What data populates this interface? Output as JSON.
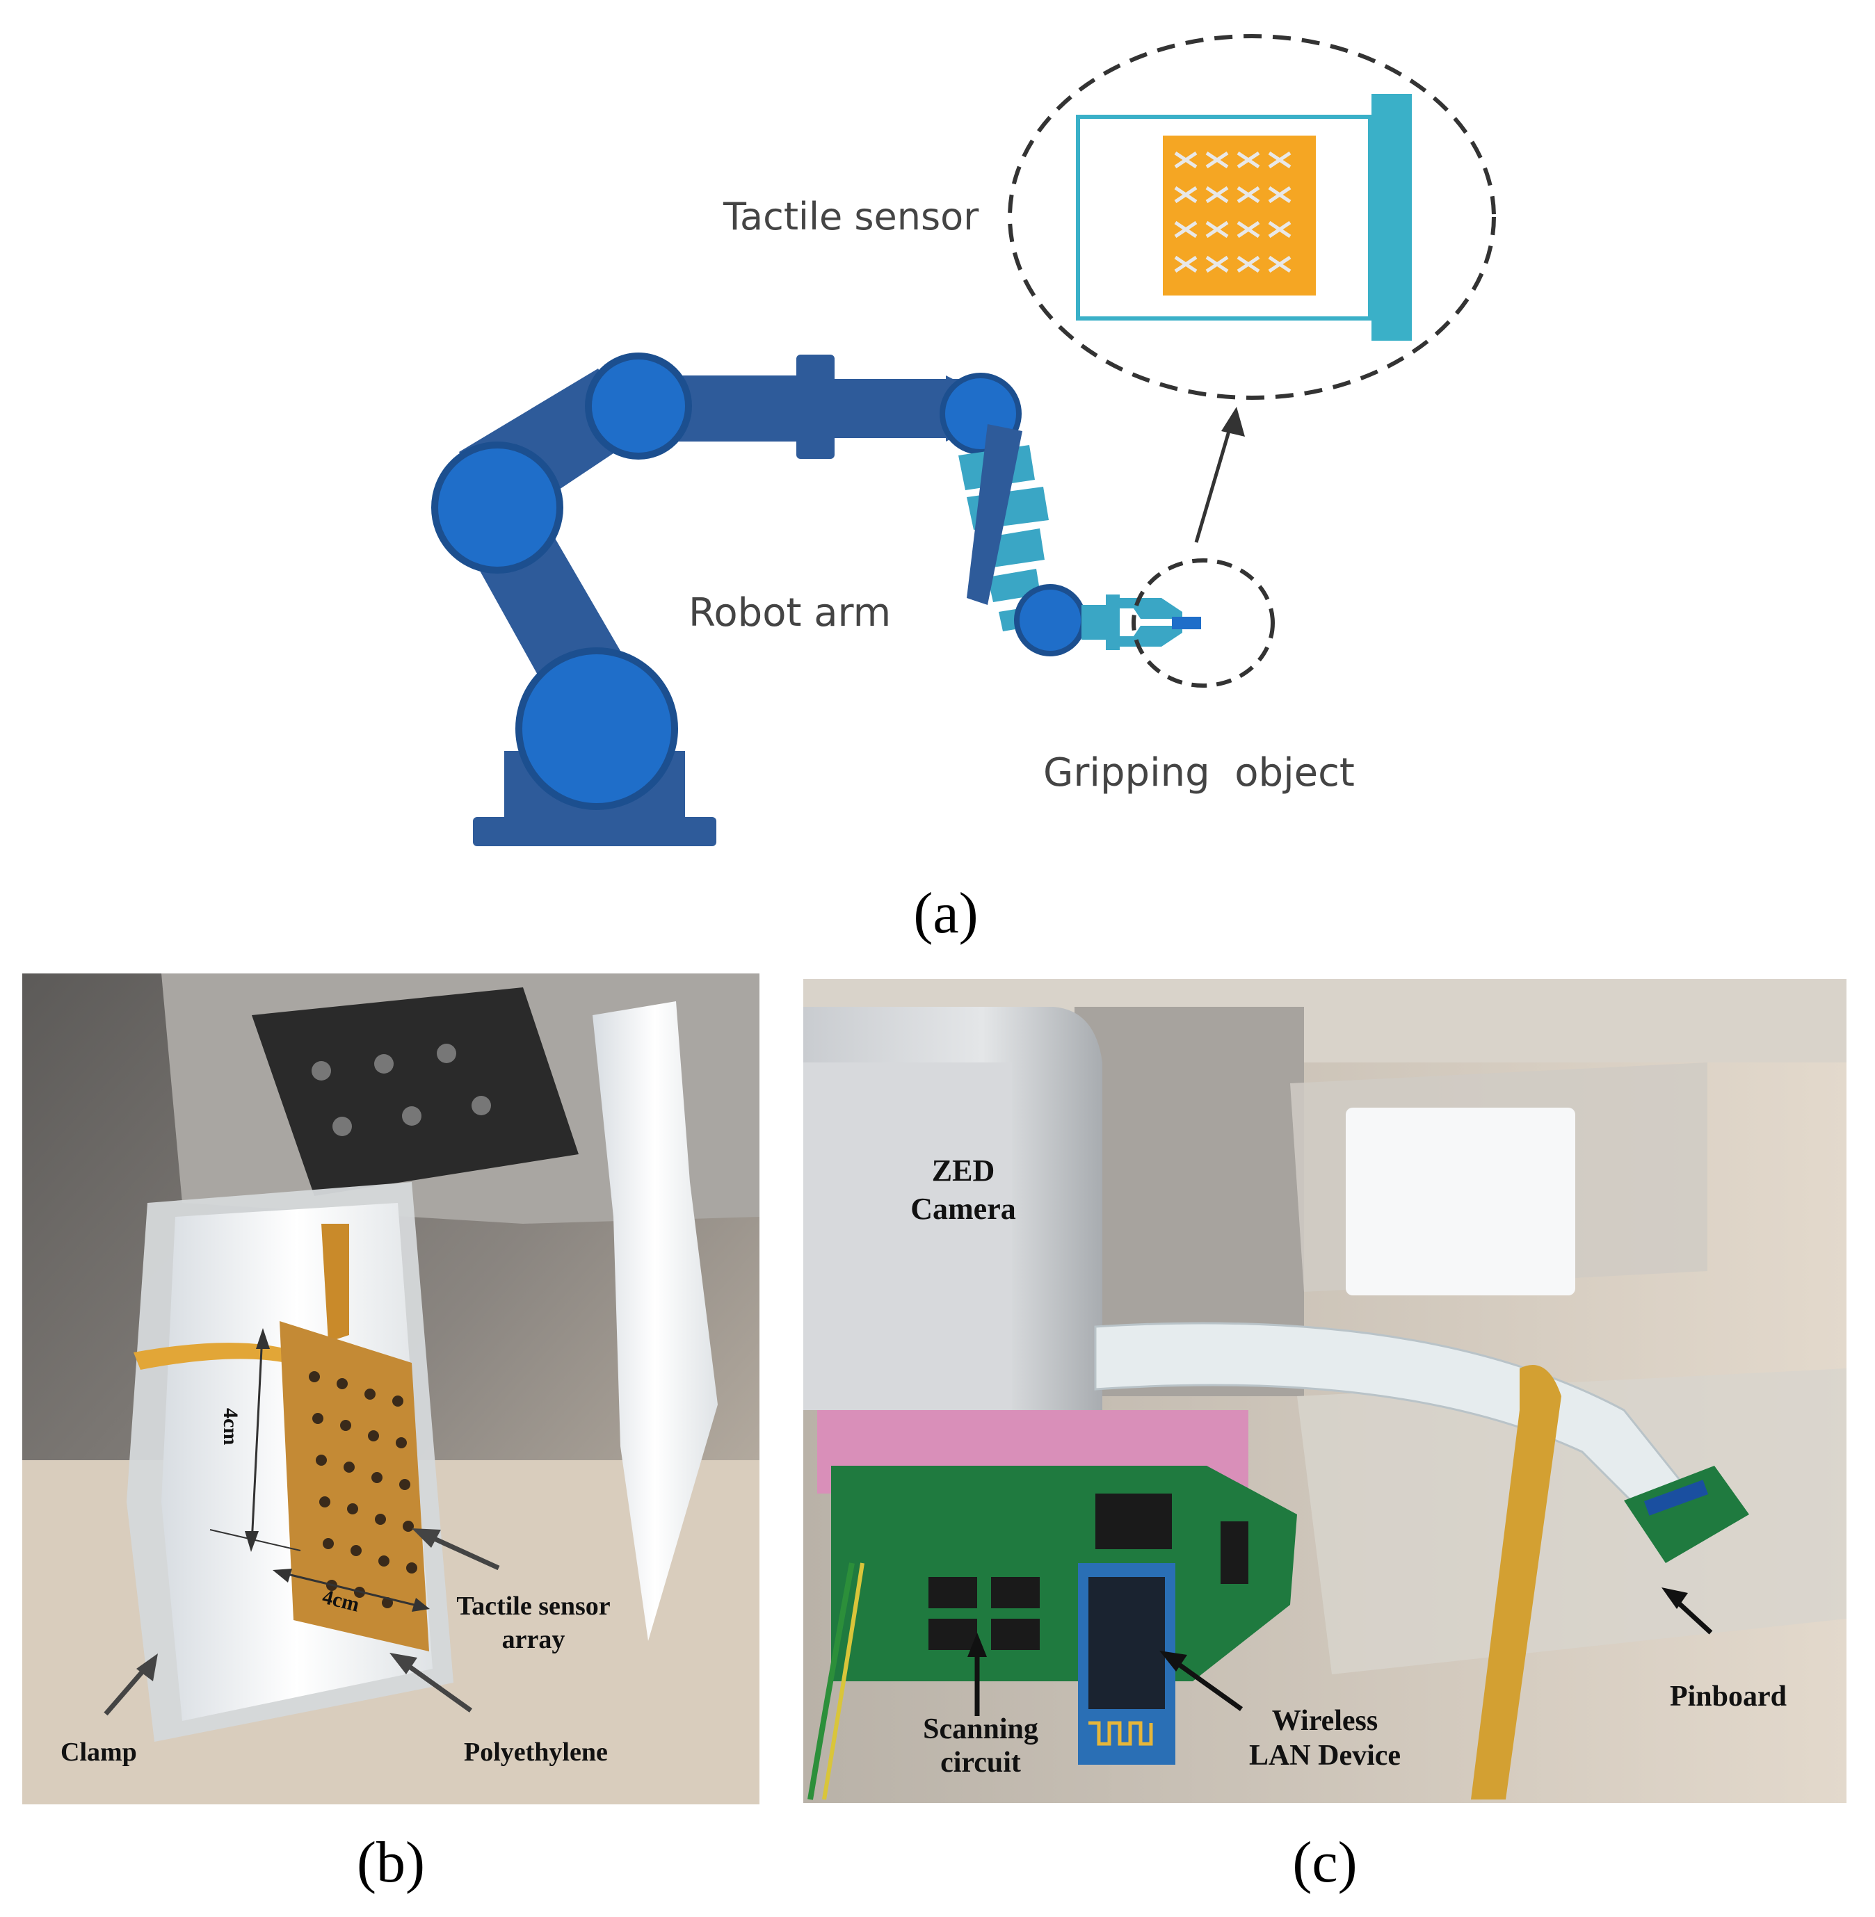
{
  "panel_a": {
    "tactile_sensor_label": "Tactile sensor",
    "robot_arm_label": "Robot arm",
    "gripping_object_label": "Gripping  object",
    "caption": "(a)"
  },
  "panel_b": {
    "dim_vertical": "4cm",
    "dim_horizontal": "4cm",
    "tactile_array_label_1": "Tactile sensor",
    "tactile_array_label_2": "array",
    "clamp_label": "Clamp",
    "polyethylene_label": "Polyethylene",
    "caption": "(b)"
  },
  "panel_c": {
    "zed_label_1": "ZED",
    "zed_label_2": "Camera",
    "scanning_label_1": "Scanning",
    "scanning_label_2": "circuit",
    "wireless_label_1": "Wireless",
    "wireless_label_2": "LAN Device",
    "pinboard_label": "Pinboard",
    "caption": "(c)"
  },
  "colors": {
    "arm_dark": "#2e5b9a",
    "arm_joint": "#1f6ec9",
    "arm_light": "#3aa6c5",
    "sensor_orange": "#f5a623",
    "plate_teal": "#3ab0c8"
  }
}
